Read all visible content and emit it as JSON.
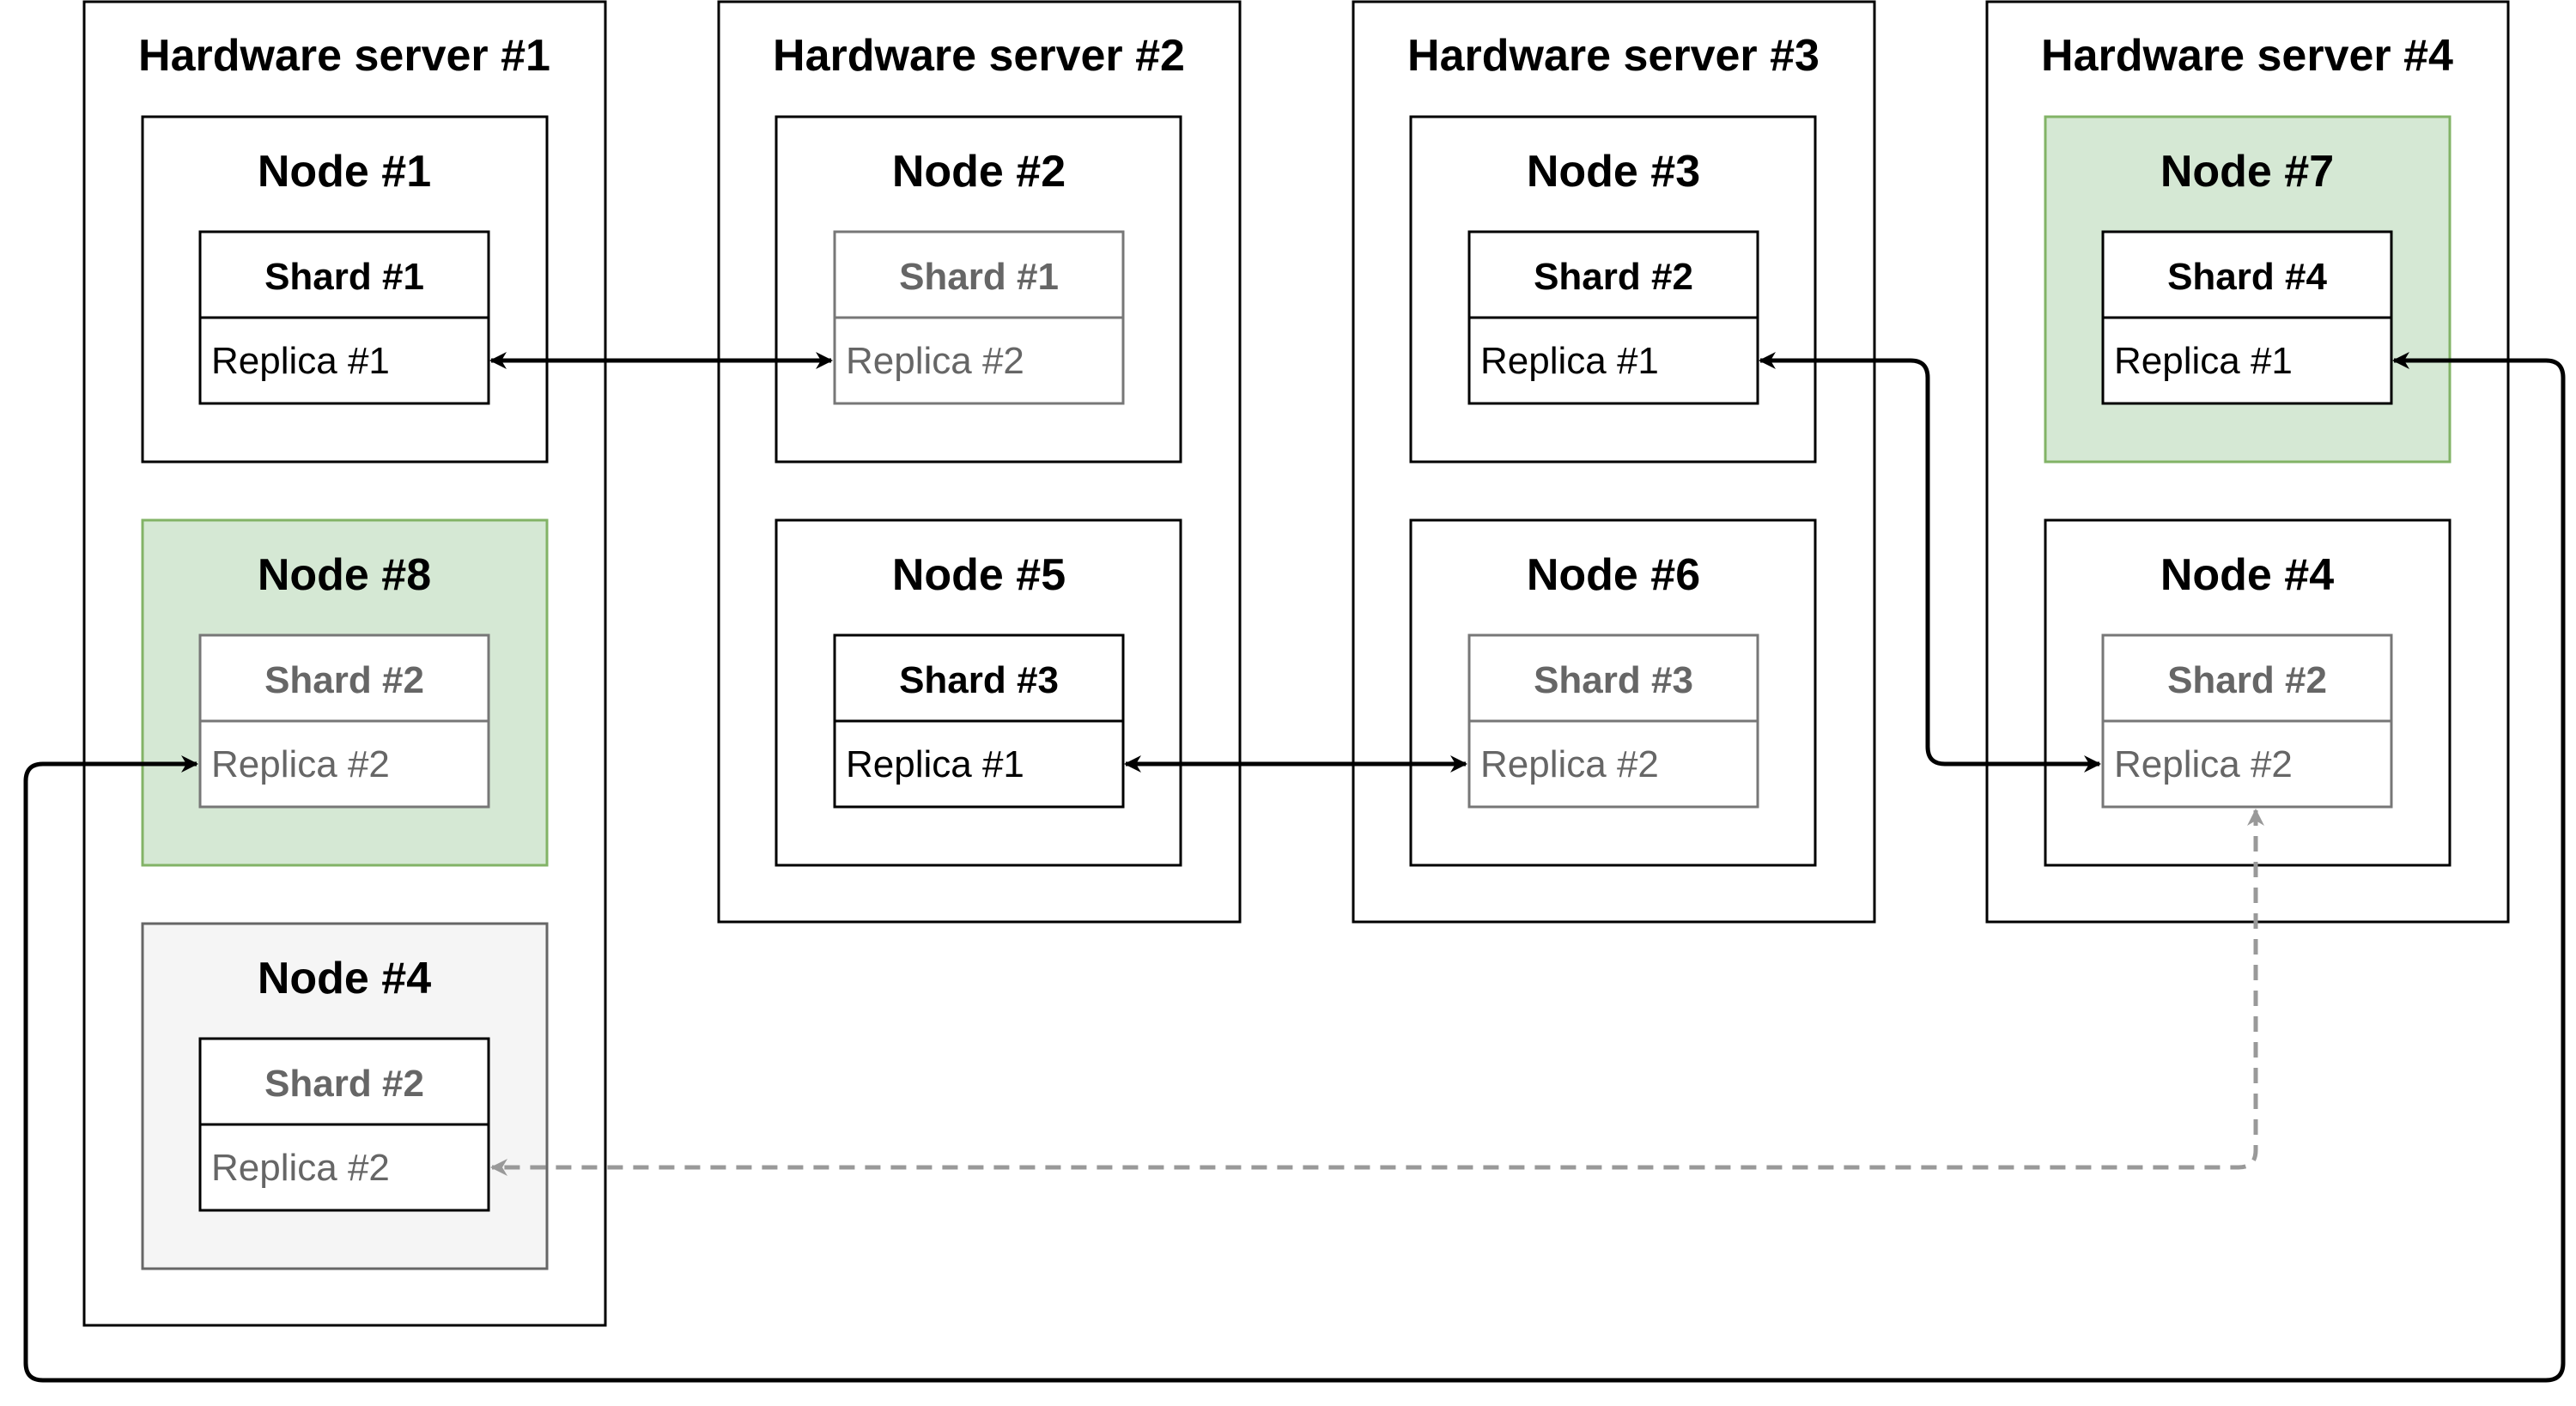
{
  "colors": {
    "stroke_primary": "#000000",
    "stroke_secondary": "#777777",
    "text_secondary": "#666666",
    "arrow_dashed": "#999999",
    "node_green_fill": "#d5e8d4",
    "node_green_stroke": "#82b366",
    "node_gray_fill": "#f5f5f5",
    "node_gray_stroke": "#666666"
  },
  "servers": [
    {
      "title": "Hardware server #1",
      "nodes": [
        {
          "title": "Node #1",
          "style": "normal",
          "shard": {
            "title": "Shard #1",
            "replica": "Replica #1",
            "faded": false
          }
        },
        {
          "title": "Node #8",
          "style": "green",
          "shard": {
            "title": "Shard #2",
            "replica": "Replica #2",
            "faded": true
          }
        },
        {
          "title": "Node #4",
          "style": "gray",
          "shard": {
            "title": "Shard #2",
            "replica": "Replica #2",
            "faded": true
          }
        }
      ]
    },
    {
      "title": "Hardware server #2",
      "nodes": [
        {
          "title": "Node #2",
          "style": "normal",
          "shard": {
            "title": "Shard #1",
            "replica": "Replica #2",
            "faded": true
          }
        },
        {
          "title": "Node #5",
          "style": "normal",
          "shard": {
            "title": "Shard #3",
            "replica": "Replica #1",
            "faded": false
          }
        }
      ]
    },
    {
      "title": "Hardware server #3",
      "nodes": [
        {
          "title": "Node #3",
          "style": "normal",
          "shard": {
            "title": "Shard #2",
            "replica": "Replica #1",
            "faded": false
          }
        },
        {
          "title": "Node #6",
          "style": "normal",
          "shard": {
            "title": "Shard #3",
            "replica": "Replica #2",
            "faded": true
          }
        }
      ]
    },
    {
      "title": "Hardware server #4",
      "nodes": [
        {
          "title": "Node #7",
          "style": "green",
          "shard": {
            "title": "Shard #4",
            "replica": "Replica #1",
            "faded": false
          }
        },
        {
          "title": "Node #4",
          "style": "normal",
          "shard": {
            "title": "Shard #2",
            "replica": "Replica #2",
            "faded": true
          }
        }
      ]
    }
  ]
}
